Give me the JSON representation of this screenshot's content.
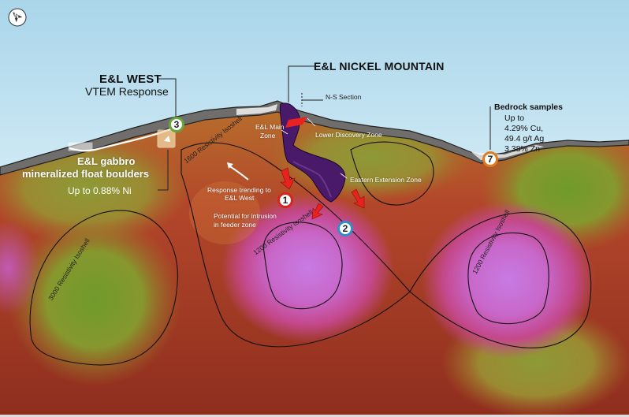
{
  "north_label": "N",
  "titles": {
    "el_west": "E&L WEST",
    "vtem": "VTEM Response",
    "nickel_mountain": "E&L NICKEL MOUNTAIN",
    "ns_section": "N-S Section",
    "gabbro_line1": "E&L gabbro",
    "gabbro_line2": "mineralized float boulders",
    "gabbro_grade": "Up to 0.88% Ni"
  },
  "bedrock": {
    "title": "Bedrock samples",
    "line1": "Up to",
    "line2": "4.29% Cu,",
    "line3": "49.4 g/t Ag",
    "line4": "3.38% Zn"
  },
  "zones": {
    "main_line1": "E&L Main",
    "main_line2": "Zone",
    "lower_discovery": "Lower Discovery Zone",
    "eastern_extension": "Eastern Extension Zone"
  },
  "annotations": {
    "response_line1": "Response trending to",
    "response_line2": "E&L West",
    "potential_line1": "Potential for intrusion",
    "potential_line2": "in feeder zone"
  },
  "isoshells": {
    "s1600": "1600 Resistivity Isoshell",
    "s1200_center": "1200 Resistivity Isoshell",
    "s1200_right": "1200 Resistivity Isoshell",
    "s3000": "3000 Resistivity Isoshell"
  },
  "markers": {
    "m1": "1",
    "m2": "2",
    "m3": "3",
    "m7": "7"
  },
  "colors": {
    "sky": "#bfe0ee",
    "marker1": "#d9241c",
    "marker2": "#2f8fc8",
    "marker3": "#66a63a",
    "marker7": "#e07a1f",
    "arrow": "#e8231f",
    "ore_body": "#4a1a6a"
  }
}
